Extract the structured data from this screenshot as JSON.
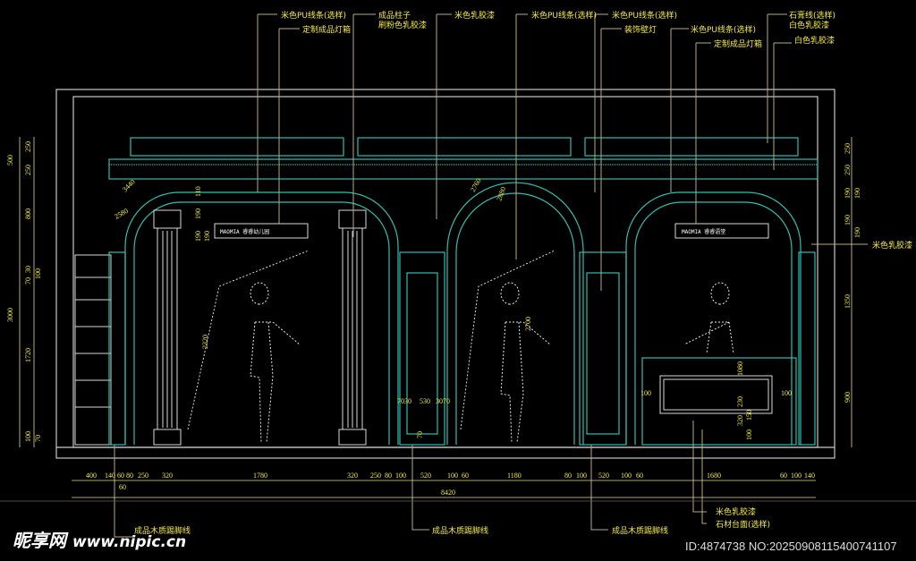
{
  "top_labels": [
    {
      "text": "米色PU线条(选样)"
    },
    {
      "text": "定制成品灯箱"
    },
    {
      "text": "成品柱子"
    },
    {
      "text": "刷粉色乳胶漆"
    },
    {
      "text": "米色乳胶漆"
    },
    {
      "text": "米色PU线条(选样)"
    },
    {
      "text": "米色PU线条(选样)"
    },
    {
      "text": "装饰壁灯"
    },
    {
      "text": "米色PU线条(选样)"
    },
    {
      "text": "定制成品灯箱"
    },
    {
      "text": "石膏线(选样)"
    },
    {
      "text": "白色乳胶漆"
    },
    {
      "text": "白色乳胶漆"
    }
  ],
  "right_label": "米色乳胶漆",
  "bottom_labels": [
    "成品木质踢脚线",
    "成品木质踢脚线",
    "成品木质踢脚线",
    "米色乳胶漆",
    "石材台面(选样)"
  ],
  "signs": [
    "MAOMIA 睿睿幼儿园",
    "MAOMIA 睿睿语堂"
  ],
  "bottom_dims": [
    "400",
    "140",
    "60",
    "80",
    "250",
    "320",
    "1780",
    "320",
    "250",
    "80",
    "100",
    "520",
    "100",
    "60",
    "1180",
    "80",
    "100",
    "520",
    "100",
    "60",
    "1680",
    "60",
    "100",
    "140"
  ],
  "bottom_dims_extra": [
    "60"
  ],
  "total_width": "8420",
  "left_dims": [
    "250",
    "250",
    "500",
    "800",
    "3000",
    "70",
    "30",
    "100",
    "1720",
    "100",
    "70"
  ],
  "right_dims": [
    "250",
    "250",
    "190",
    "190",
    "190",
    "190",
    "1350",
    "900"
  ],
  "inner_dims": [
    "2320",
    "2700",
    "3440",
    "2580",
    "2760",
    "2880",
    "110",
    "190",
    "190",
    "190",
    "100",
    "1080",
    "7030",
    "530",
    "3070",
    "70",
    "100",
    "100",
    "230",
    "320",
    "150"
  ],
  "watermark": {
    "logo": "昵享网",
    "url": "www.nipic.cn"
  },
  "image_id": "ID:4874738 NO:20250908115400741107"
}
